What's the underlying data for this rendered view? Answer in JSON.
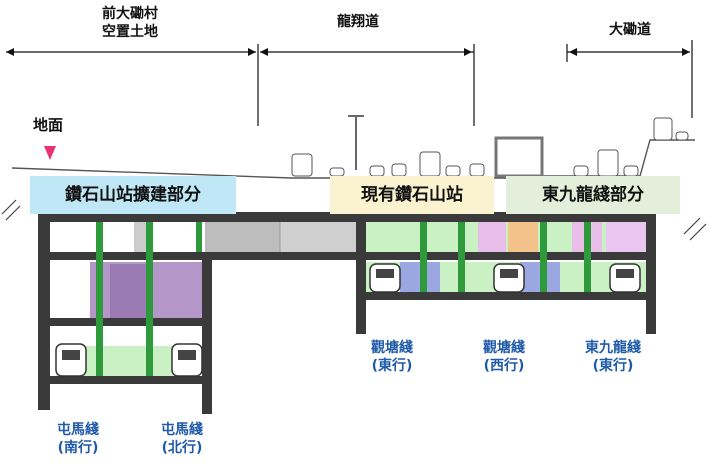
{
  "top_labels": {
    "left_line1": "前大磡村",
    "left_line2": "空置土地",
    "middle": "龍翔道",
    "right": "大磡道"
  },
  "ground_label": "地面",
  "section_tags": {
    "left": "鑽石山站擴建部分",
    "middle": "現有鑽石山站",
    "right": "東九龍綫部分"
  },
  "lines": {
    "kwun_tong_east_l1": "觀塘綫",
    "kwun_tong_east_l2": "(東行)",
    "kwun_tong_west_l1": "觀塘綫",
    "kwun_tong_west_l2": "(西行)",
    "east_kowloon_l1": "東九龍綫",
    "east_kowloon_l2": "(東行)",
    "tuen_ma_south_l1": "屯馬綫",
    "tuen_ma_south_l2": "(南行)",
    "tuen_ma_north_l1": "屯馬綫",
    "tuen_ma_north_l2": "(北行)"
  },
  "colors": {
    "structure": "#3a3a3a",
    "green_column": "#2f9a3c",
    "purple_zone": "#b596c9",
    "light_green": "#c9f1c4",
    "grey_passage": "#bdbdbd",
    "tag_left_bg": "#bfe7f5",
    "tag_mid_bg": "#fbf3cf",
    "tag_right_bg": "#e4efdb",
    "ground_marker": "#e8336f",
    "line_label_blue": "#1f5aa8"
  }
}
